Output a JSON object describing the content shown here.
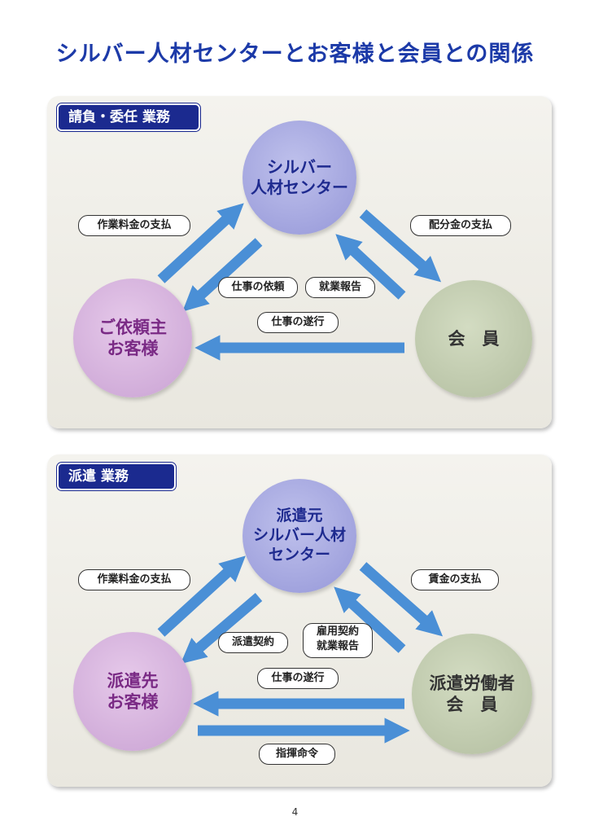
{
  "page_title": "シルバー人材センターとお客様と会員との関係",
  "sections": [
    {
      "tag": "請負・委任 業務",
      "center_lines": [
        "シルバー",
        "人材センター"
      ],
      "left_lines": [
        "ご依頼主",
        "お客様"
      ],
      "right_lines": [
        "会　員"
      ],
      "labels": {
        "top_left": "作業料金の支払",
        "top_right": "配分金の支払",
        "inner_left": "仕事の依頼",
        "inner_right": "就業報告",
        "bottom_upper": "仕事の遂行"
      }
    },
    {
      "tag": "派遣 業務",
      "center_lines": [
        "派遣元",
        "シルバー人材",
        "センター"
      ],
      "left_lines": [
        "派遣先",
        "お客様"
      ],
      "right_lines": [
        "派遣労働者",
        "会　員"
      ],
      "labels": {
        "top_left": "作業料金の支払",
        "top_right": "賃金の支払",
        "inner_left": "派遣契約",
        "inner_right_1": "雇用契約",
        "inner_right_2": "就業報告",
        "bottom_upper": "仕事の遂行",
        "bottom_lower": "指揮命令"
      }
    }
  ],
  "page_number": "4",
  "colors": {
    "title": "#1c3aa8",
    "tag_bg": "#1b2a8f",
    "arrow": "#4a8fd6",
    "center_circle": "#9d9fdb",
    "left_circle": "#d1acd9",
    "right_circle": "#bcc6a9"
  }
}
